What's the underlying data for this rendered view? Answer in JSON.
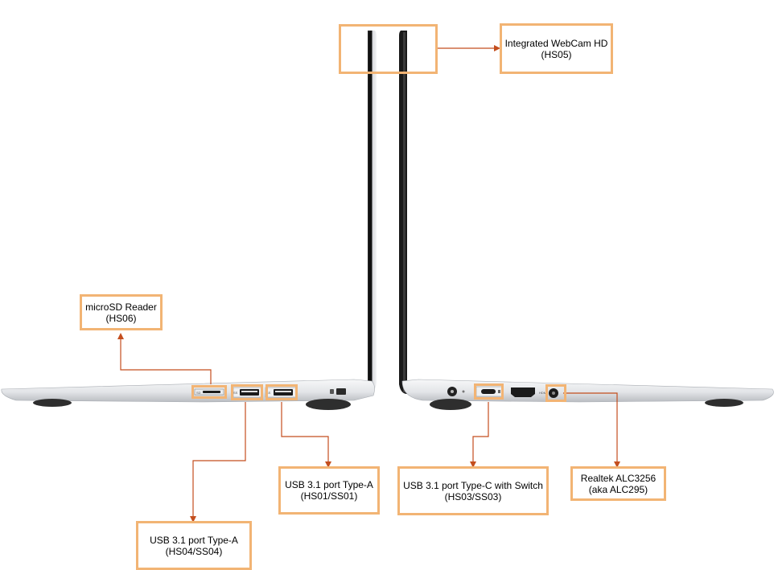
{
  "colors": {
    "box_border": "#f2b474",
    "connector": "#c44e1e",
    "chassis": "#e2e4e7",
    "bezel": "#1a1a1a"
  },
  "callouts": {
    "webcam": {
      "name": "Integrated WebCam HD",
      "code": "(HS05)"
    },
    "microsd": {
      "name": "microSD Reader",
      "code": "(HS06)"
    },
    "usb_a_left": {
      "name": "USB 3.1 port Type-A",
      "code": "(HS04/SS04)"
    },
    "usb_a_right": {
      "name": "USB 3.1 port Type-A",
      "code": "(HS01/SS01)"
    },
    "usb_c": {
      "name": "USB 3.1 port Type-C with Switch",
      "code": "(HS03/SS03)"
    },
    "audio": {
      "name": "Realtek ALC3256",
      "code": "(aka ALC295)"
    }
  },
  "port_glyphs": {
    "sd": "SD",
    "usb3": "SS",
    "hdmi": "HDMI"
  }
}
